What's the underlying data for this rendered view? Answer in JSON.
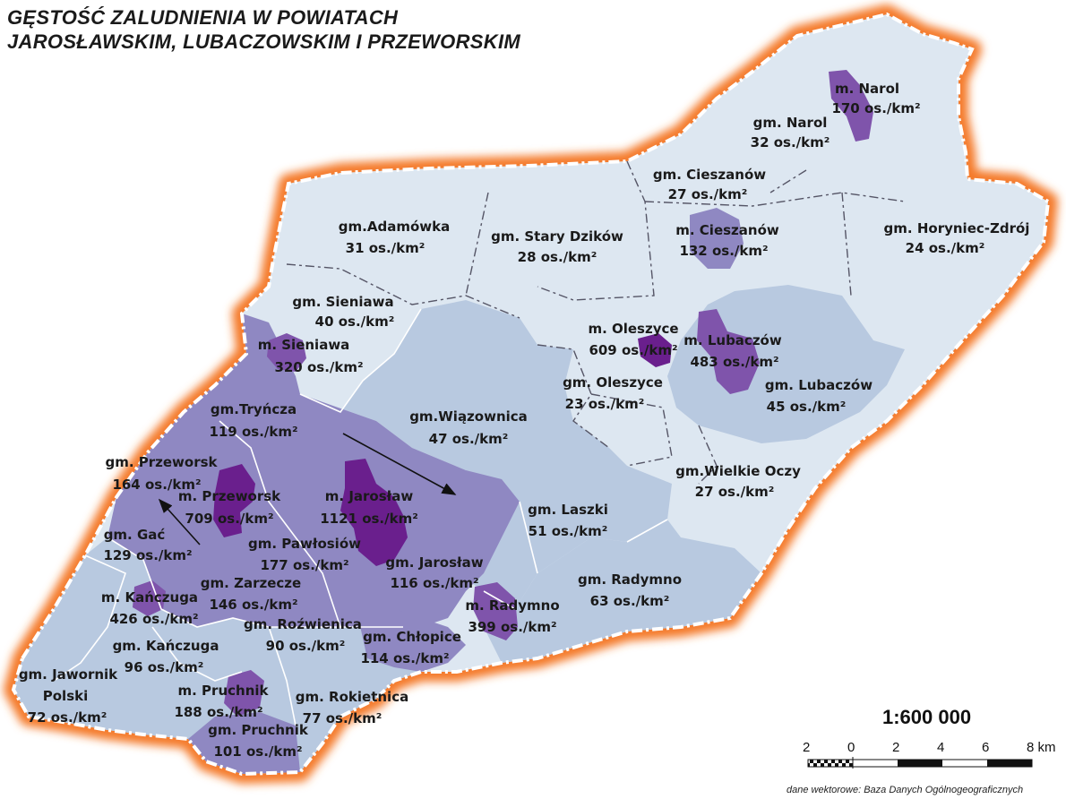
{
  "title": {
    "line1": "GĘSTOŚĆ ZALUDNIENIA W POWIATACH",
    "line2": "JAROSŁAWSKIM, LUBACZOWSKIM I PRZEWORSKIM"
  },
  "colors": {
    "density_lt_50": "#dde7f1",
    "density_50_100": "#b8c9e0",
    "density_100_200": "#8f88c2",
    "density_200_500": "#7f54ab",
    "density_gt_500": "#6a1f8d",
    "halo": "#f47a2c",
    "border": "#ffffff"
  },
  "units": [
    {
      "name": "gm. Narol",
      "density": "32 os./km²"
    },
    {
      "name": "m. Narol",
      "density": "170 os./km²"
    },
    {
      "name": "gm. Cieszanów",
      "density": "27 os./km²"
    },
    {
      "name": "m. Cieszanów",
      "density": "132 os./km²"
    },
    {
      "name": "gm. Horyniec-Zdrój",
      "density": "24 os./km²"
    },
    {
      "name": "gm.Adamówka",
      "density": "31 os./km²"
    },
    {
      "name": "gm. Stary Dzików",
      "density": "28 os./km²"
    },
    {
      "name": "gm. Sieniawa",
      "density": "40 os./km²"
    },
    {
      "name": "m. Sieniawa",
      "density": "320 os./km²"
    },
    {
      "name": "m. Oleszyce",
      "density": "609 os./km²"
    },
    {
      "name": "m. Lubaczów",
      "density": "483 os./km²"
    },
    {
      "name": "gm. Oleszyce",
      "density": "23 os./km²"
    },
    {
      "name": "gm. Lubaczów",
      "density": "45 os./km²"
    },
    {
      "name": "gm.Wiązownica",
      "density": "47 os./km²"
    },
    {
      "name": "gm.Tryńcza",
      "density": "119 os./km²"
    },
    {
      "name": "gm.Wielkie Oczy",
      "density": "27 os./km²"
    },
    {
      "name": "gm. Przeworsk",
      "density": "164 os./km²"
    },
    {
      "name": "m. Przeworsk",
      "density": "709 os./km²"
    },
    {
      "name": "m. Jarosław",
      "density": "1121 os./km²"
    },
    {
      "name": "gm. Laszki",
      "density": "51 os./km²"
    },
    {
      "name": "gm. Gać",
      "density": "129 os./km²"
    },
    {
      "name": "gm. Pawłosiów",
      "density": "177 os./km²"
    },
    {
      "name": "gm. Jarosław",
      "density": "116 os./km²"
    },
    {
      "name": "gm. Radymno",
      "density": "63 os./km²"
    },
    {
      "name": "gm. Zarzecze",
      "density": "146 os./km²"
    },
    {
      "name": "m. Kańczuga",
      "density": "426 os./km²"
    },
    {
      "name": "m. Radymno",
      "density": "399 os./km²"
    },
    {
      "name": "gm. Roźwienica",
      "density": "90 os./km²"
    },
    {
      "name": "gm. Kańczuga",
      "density": "96 os./km²"
    },
    {
      "name": "gm. Chłopice",
      "density": "114 os./km²"
    },
    {
      "name": "gm. Jawornik",
      "name2": "Polski",
      "density": "72 os./km²"
    },
    {
      "name": "m. Pruchnik",
      "density": "188 os./km²"
    },
    {
      "name": "gm. Rokietnica",
      "density": "77 os./km²"
    },
    {
      "name": "gm. Pruchnik",
      "density": "101 os./km²"
    }
  ],
  "scale": {
    "ratio": "1:600 000",
    "ticks": [
      "2",
      "0",
      "2",
      "4",
      "6",
      "8 km"
    ]
  },
  "source": "dane wektorowe: Baza Danych Ogólnogeograficznych"
}
